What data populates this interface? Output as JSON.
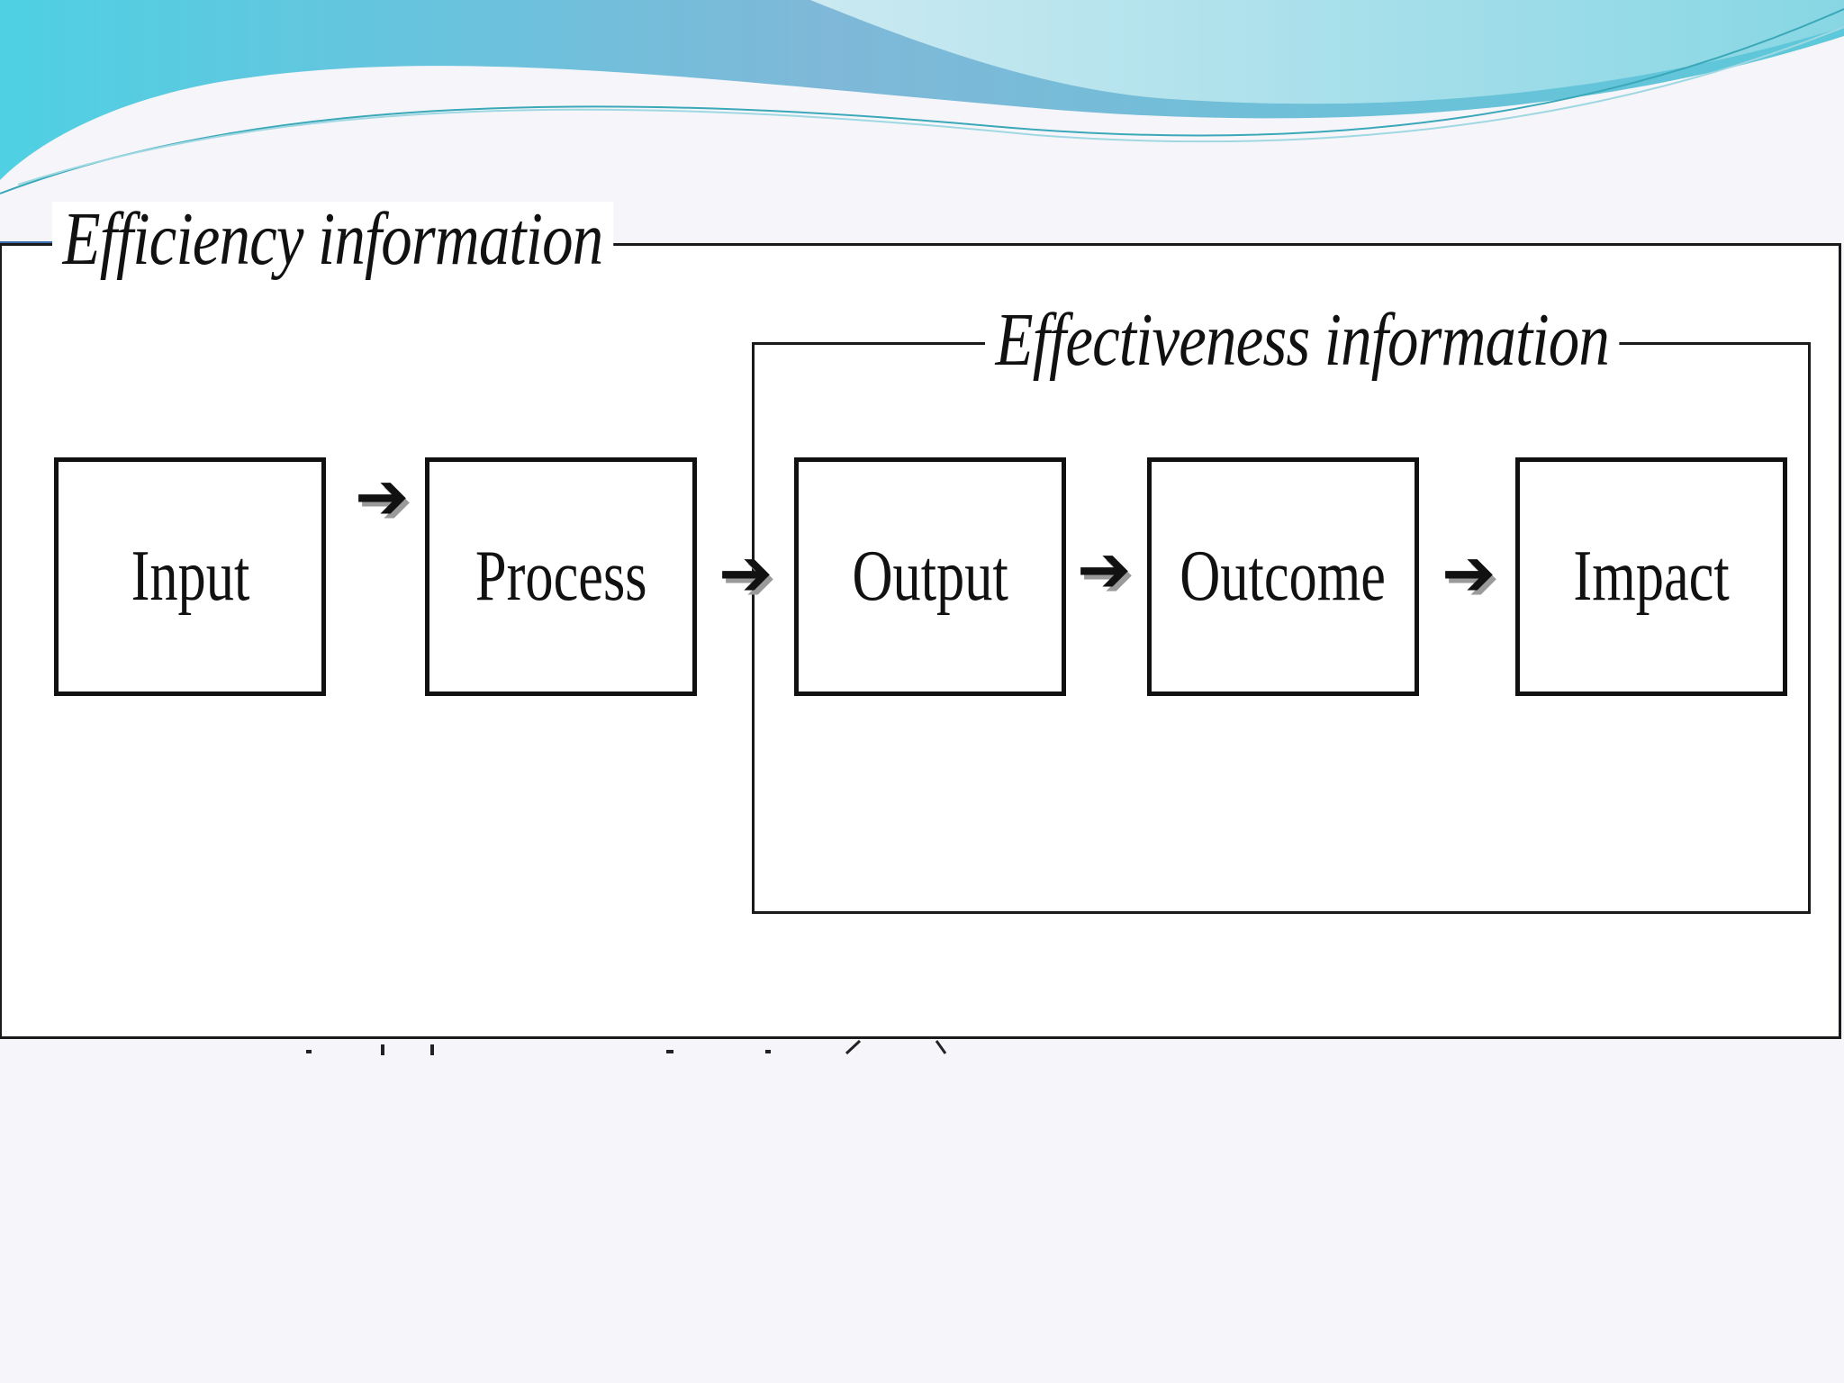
{
  "colors": {
    "banner_teal": "#5cc8d9",
    "banner_blue": "#7fb6d9",
    "frame": "#1a1a1a",
    "accent_line": "#3c6fb0"
  },
  "diagram": {
    "outer_group_label": "Efficiency information",
    "inner_group_label": "Effectiveness information",
    "stages": [
      {
        "id": "input",
        "label": "Input"
      },
      {
        "id": "process",
        "label": "Process"
      },
      {
        "id": "output",
        "label": "Output"
      },
      {
        "id": "outcome",
        "label": "Outcome"
      },
      {
        "id": "impact",
        "label": "Impact"
      }
    ],
    "connectors": [
      {
        "from": "input",
        "to": "process"
      },
      {
        "from": "process",
        "to": "output"
      },
      {
        "from": "output",
        "to": "outcome"
      },
      {
        "from": "outcome",
        "to": "impact"
      }
    ]
  }
}
